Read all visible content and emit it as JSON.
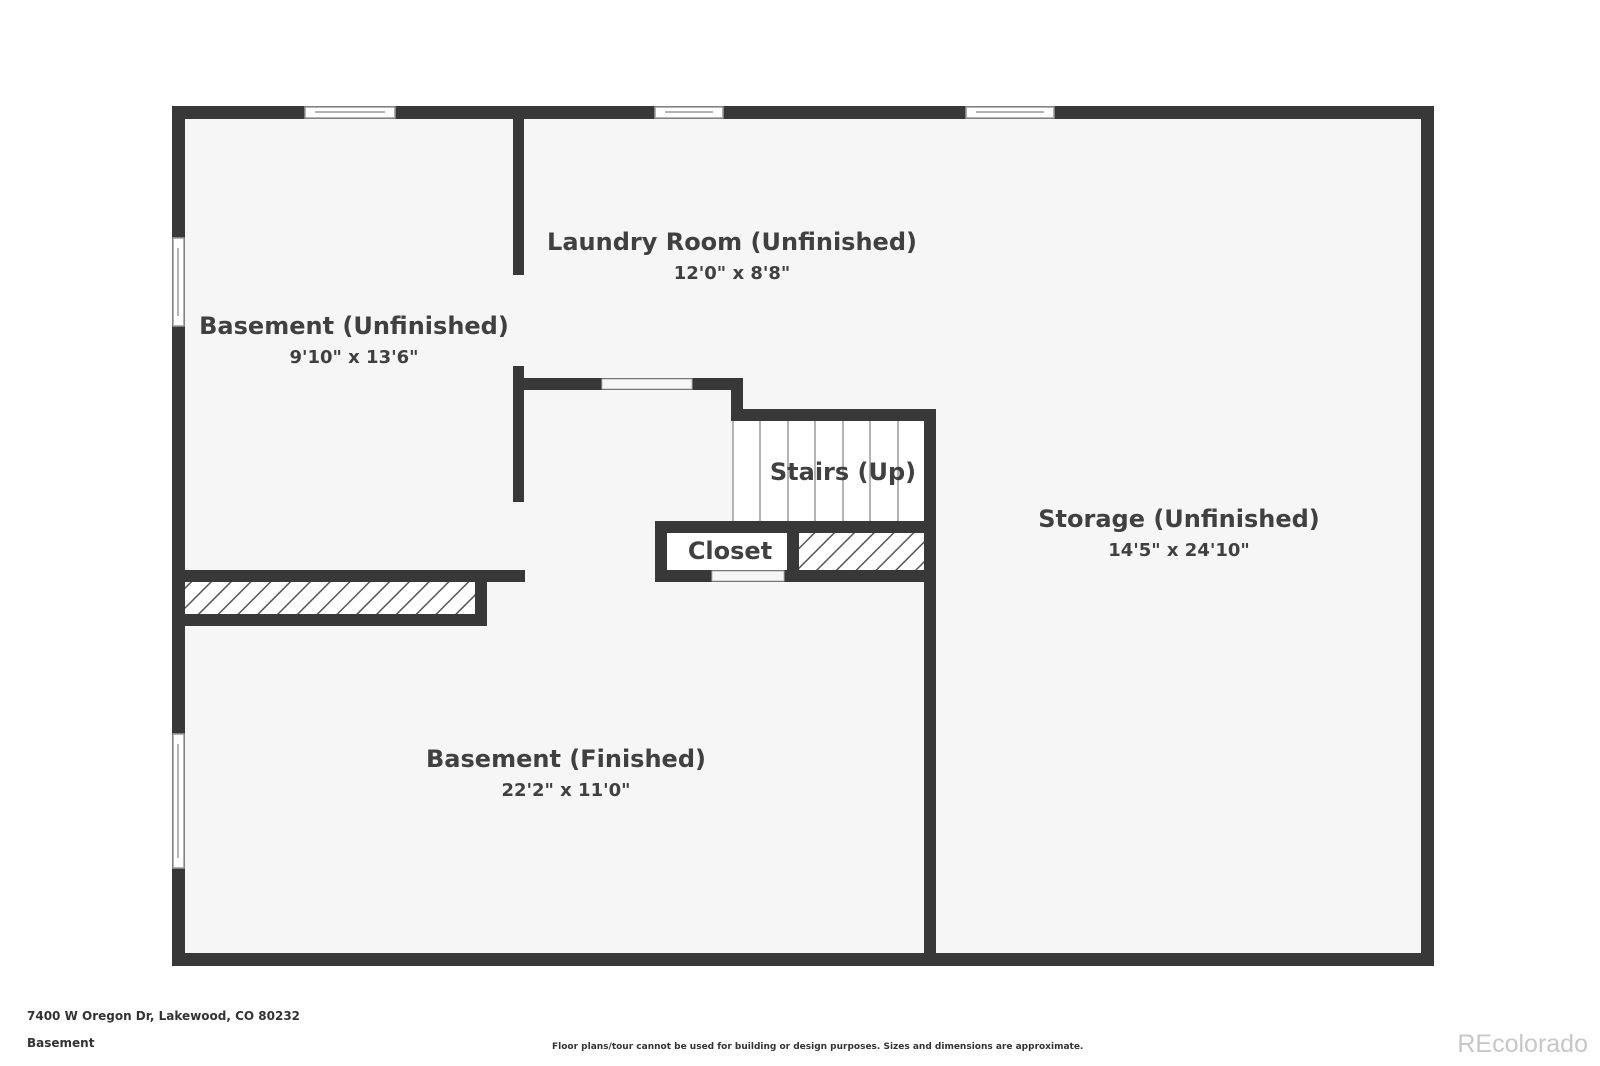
{
  "rooms": {
    "laundry": {
      "name": "Laundry Room (Unfinished)",
      "dims": "12'0\" x 8'8\""
    },
    "basement_unfinished": {
      "name": "Basement (Unfinished)",
      "dims": "9'10\" x 13'6\""
    },
    "stairs": {
      "name": "Stairs (Up)"
    },
    "closet": {
      "name": "Closet"
    },
    "storage": {
      "name": "Storage (Unfinished)",
      "dims": "14'5\" x 24'10\""
    },
    "basement_finished": {
      "name": "Basement (Finished)",
      "dims": "22'2\" x 11'0\""
    }
  },
  "footer": {
    "address": "7400 W Oregon Dr, Lakewood, CO 80232",
    "floor": "Basement",
    "disclaimer": "Floor plans/tour cannot be used for building or design purposes. Sizes and dimensions are approximate.",
    "brand": "REcolorado"
  },
  "colors": {
    "wall": "#383838",
    "floor": "#f6f6f6",
    "text": "#404040"
  }
}
